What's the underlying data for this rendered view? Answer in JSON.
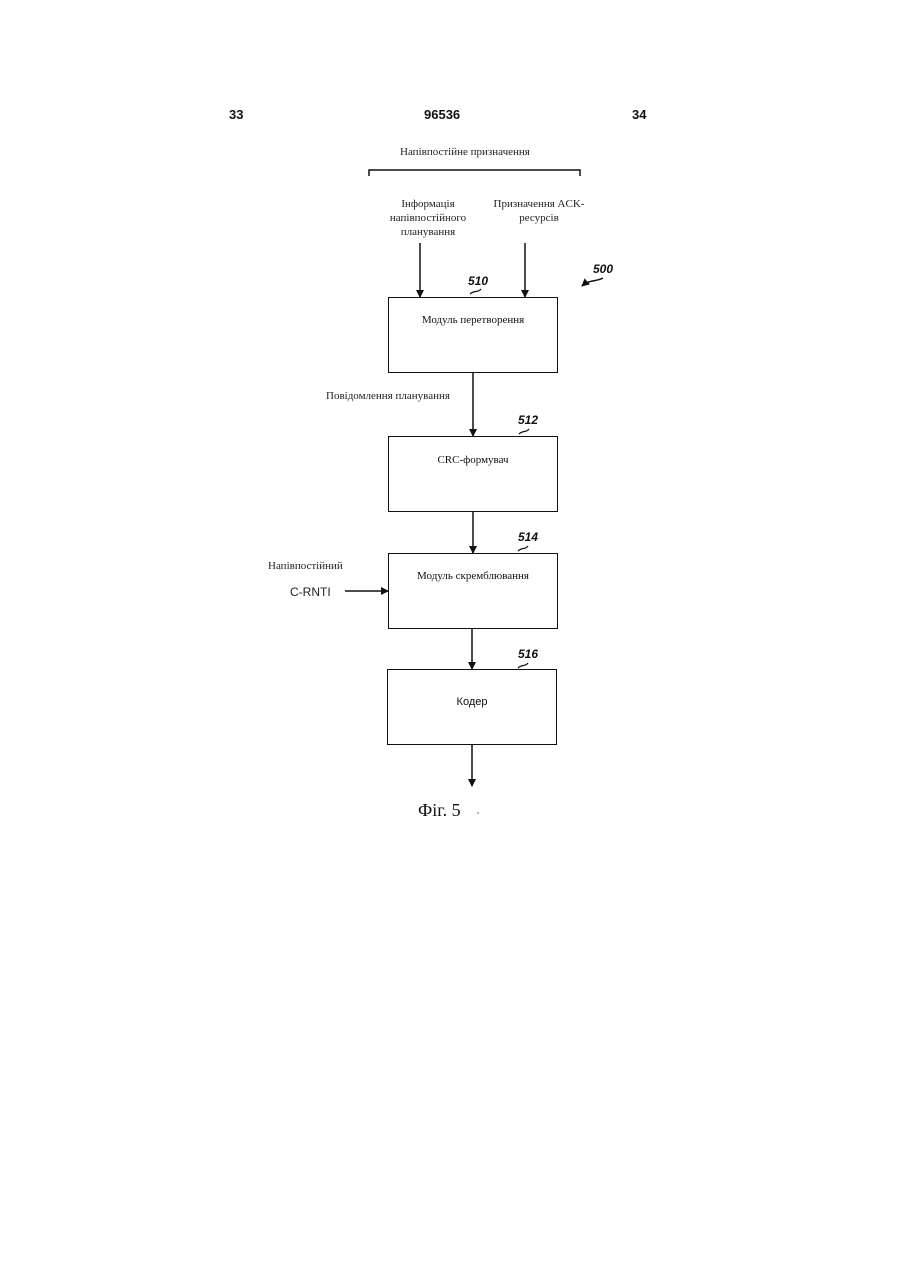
{
  "header": {
    "page_left": "33",
    "patent_number": "96536",
    "page_right": "34"
  },
  "diagram": {
    "reference": "500",
    "group_label": "Напівпостійне призначення",
    "inputs": {
      "semi_persistent_info": [
        "Інформація",
        "напівпостійного",
        "планування"
      ],
      "ack_assignment": [
        "Призначення ACK-",
        "ресурсів"
      ]
    },
    "blocks": [
      {
        "ref": "510",
        "label": "Модуль перетворення"
      },
      {
        "ref": "512",
        "label": "CRC-формувач"
      },
      {
        "ref": "514",
        "label": "Модуль скремблювання"
      },
      {
        "ref": "516",
        "label": "Кодер"
      }
    ],
    "edge_labels": {
      "scheduling_message": "Повідомлення планування",
      "semi_persistent": "Напівпостійний",
      "c_rnti": "C-RNTI"
    }
  },
  "caption": "Фіг. 5"
}
